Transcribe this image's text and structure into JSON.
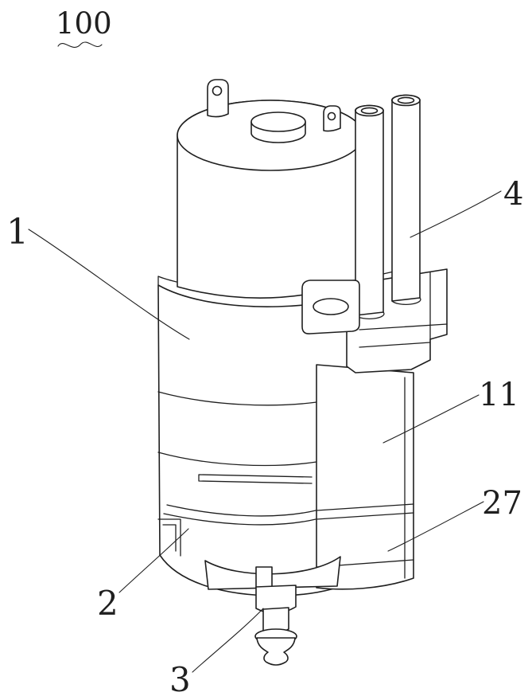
{
  "figure": {
    "labels": {
      "l100": "100",
      "l1": "1",
      "l2": "2",
      "l3": "3",
      "l4": "4",
      "l11": "11",
      "l27": "27"
    }
  },
  "colors": {
    "line": "#1f1f1f",
    "background": "#ffffff"
  }
}
